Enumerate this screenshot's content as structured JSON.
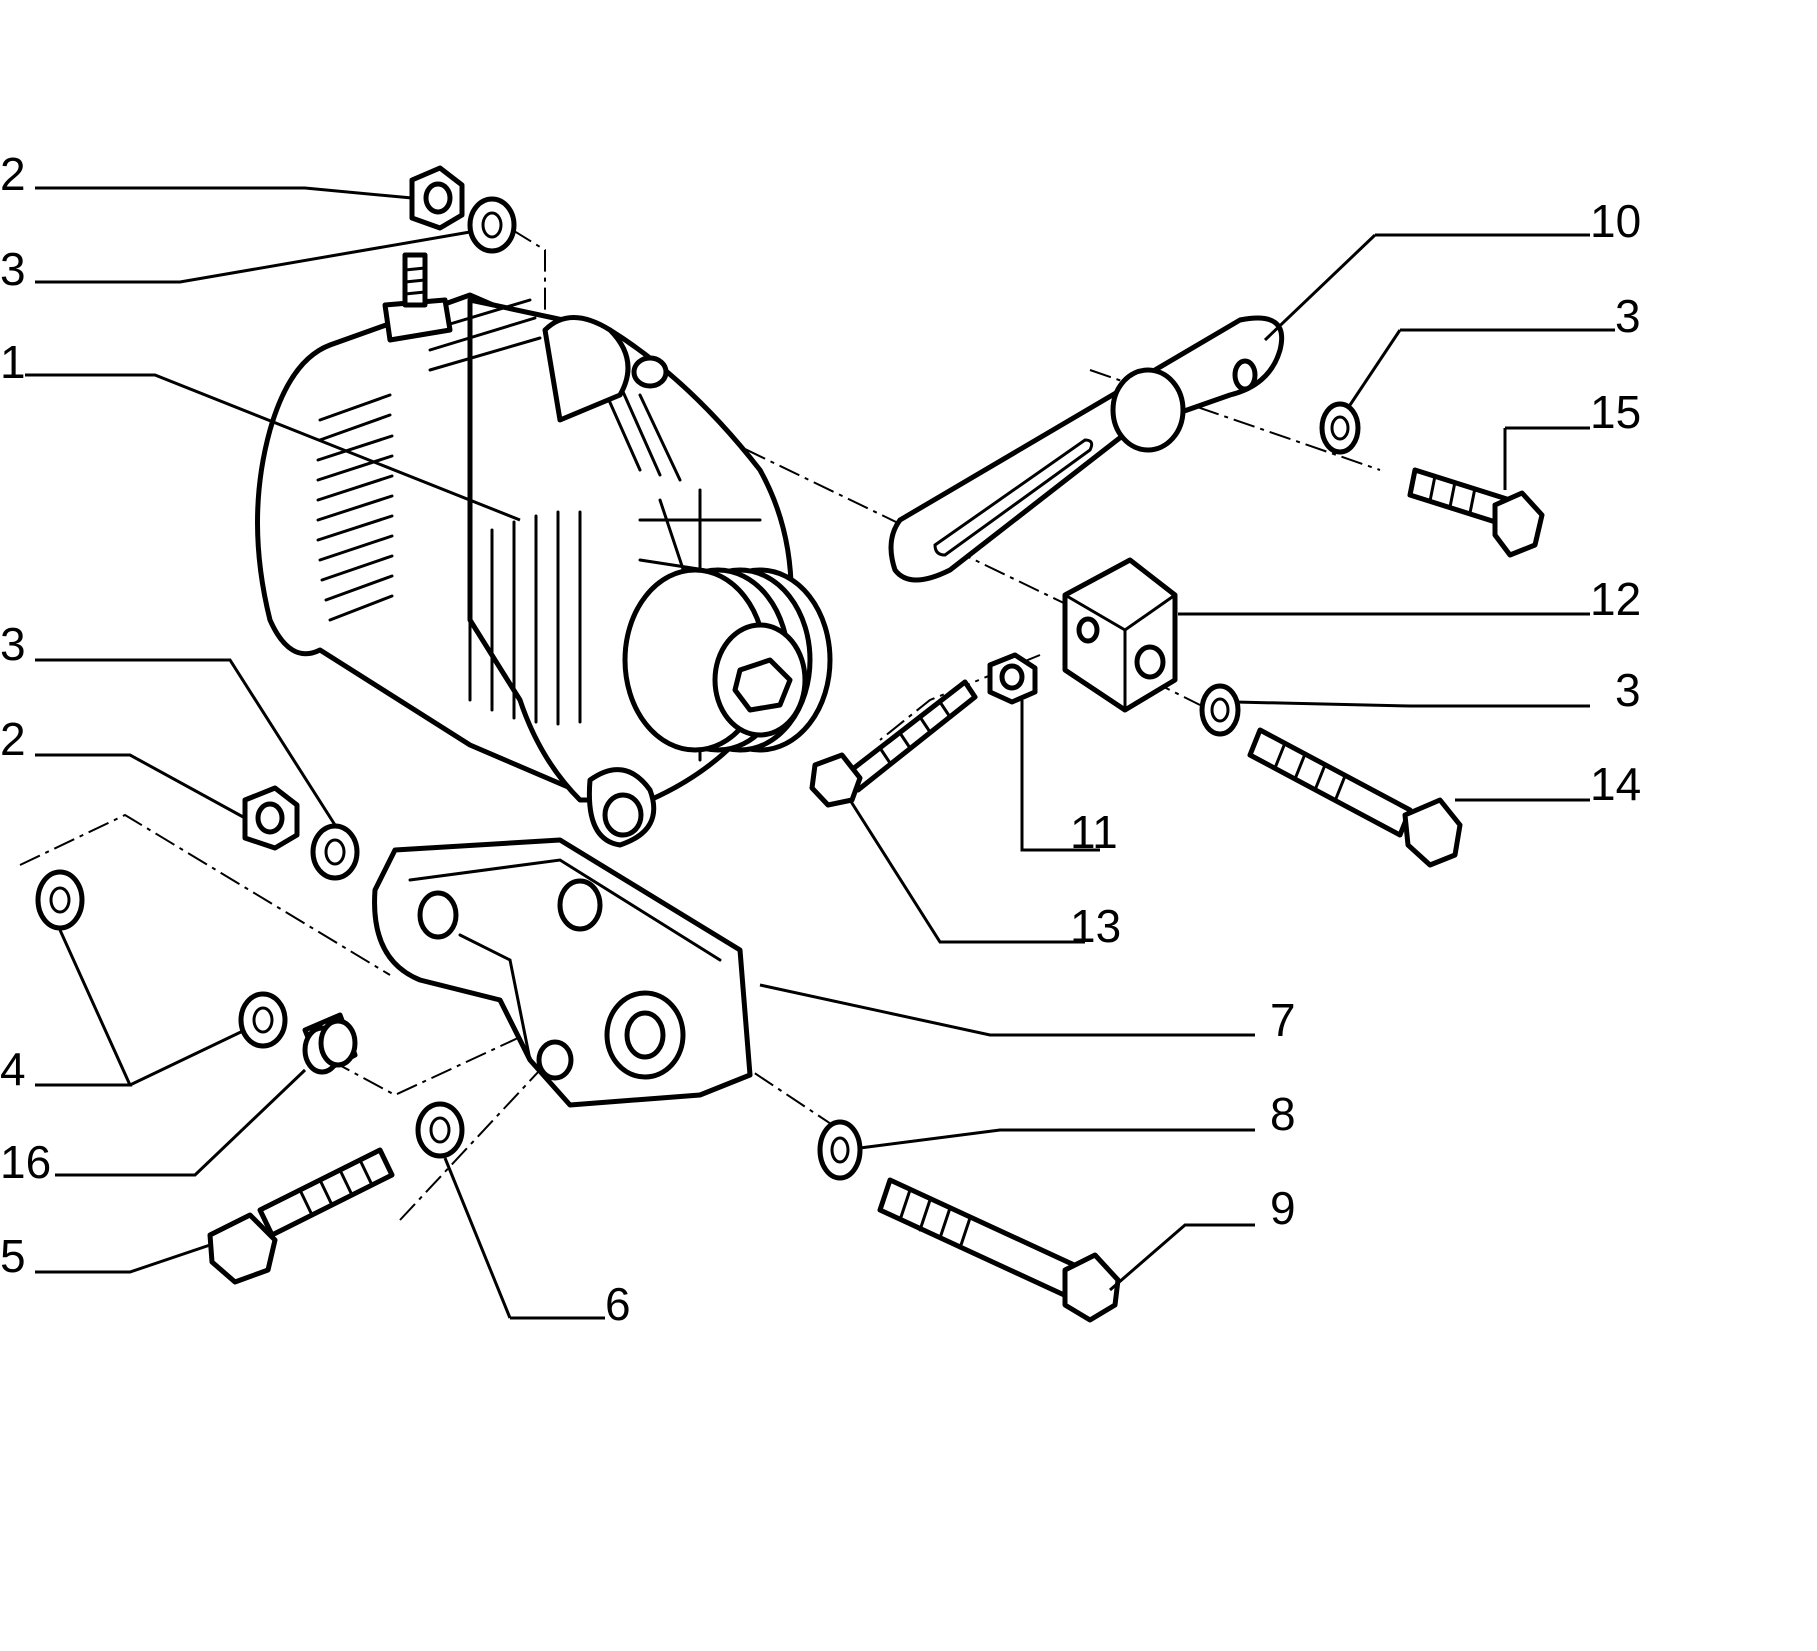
{
  "diagram": {
    "callouts": [
      {
        "id": "c2a",
        "text": "2"
      },
      {
        "id": "c3a",
        "text": "3"
      },
      {
        "id": "c1",
        "text": "1"
      },
      {
        "id": "c3b",
        "text": "3"
      },
      {
        "id": "c2b",
        "text": "2"
      },
      {
        "id": "c4",
        "text": "4"
      },
      {
        "id": "c16",
        "text": "16"
      },
      {
        "id": "c5",
        "text": "5"
      },
      {
        "id": "c6",
        "text": "6"
      },
      {
        "id": "c10",
        "text": "10"
      },
      {
        "id": "c3c",
        "text": "3"
      },
      {
        "id": "c15",
        "text": "15"
      },
      {
        "id": "c12",
        "text": "12"
      },
      {
        "id": "c3d",
        "text": "3"
      },
      {
        "id": "c14",
        "text": "14"
      },
      {
        "id": "c11",
        "text": "11"
      },
      {
        "id": "c13",
        "text": "13"
      },
      {
        "id": "c7",
        "text": "7"
      },
      {
        "id": "c8",
        "text": "8"
      },
      {
        "id": "c9",
        "text": "9"
      }
    ],
    "icons": {
      "alternator": "alternator-icon",
      "bracket": "mounting-bracket-icon",
      "link": "adjuster-link-icon",
      "block": "tension-block-icon",
      "bolt": "bolt-icon",
      "nut": "nut-icon",
      "washer": "washer-icon",
      "bushing": "bushing-icon"
    }
  }
}
